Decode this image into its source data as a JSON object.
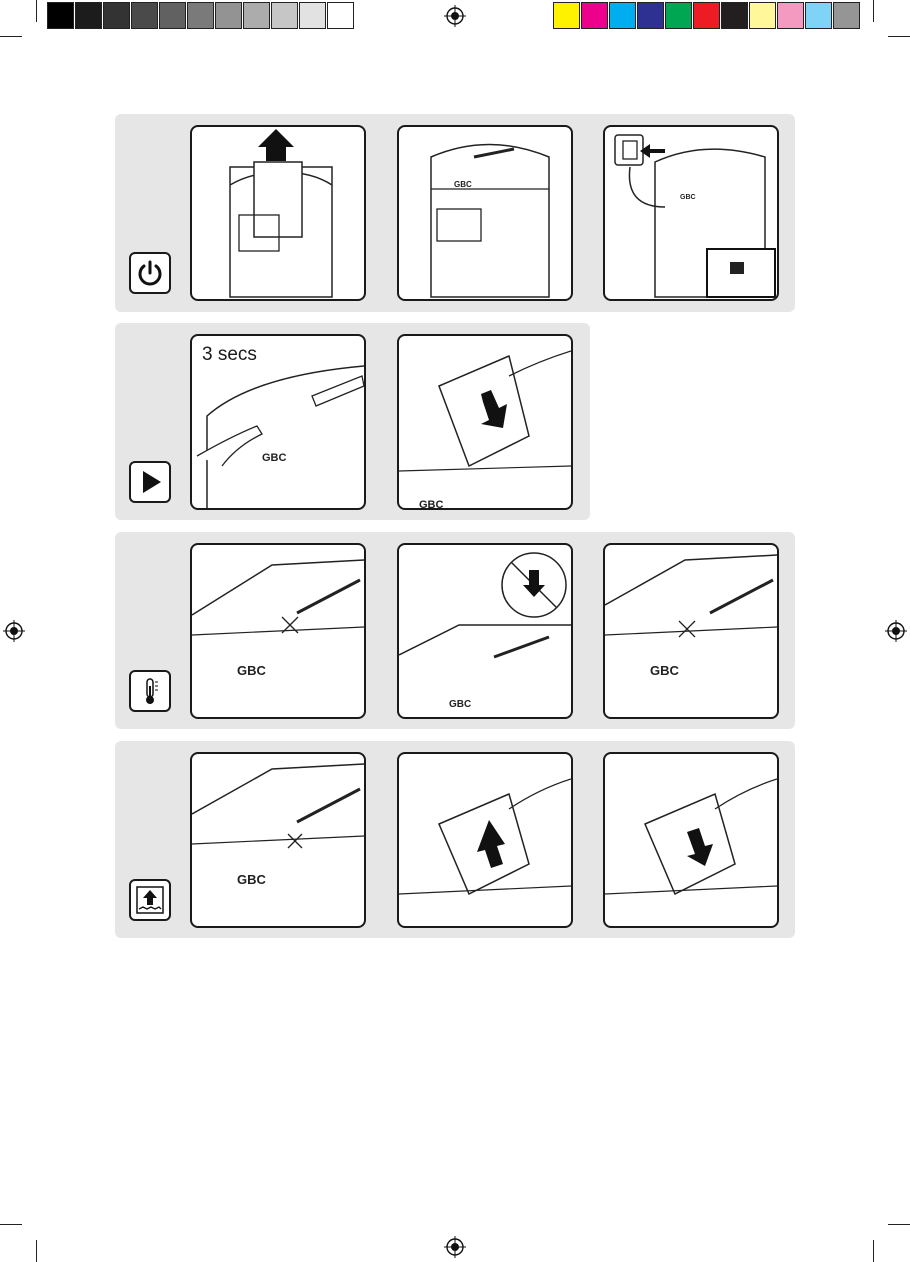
{
  "color_bar": {
    "grayscale": [
      "#000000",
      "#1c1c1c",
      "#333333",
      "#4a4a4a",
      "#616161",
      "#7a7a7a",
      "#939393",
      "#acacac",
      "#c6c6c6",
      "#e2e2e2",
      "#ffffff"
    ],
    "colors": [
      "#fff200",
      "#ec008c",
      "#00aeef",
      "#2e3192",
      "#00a651",
      "#ed1c24",
      "#231f20",
      "#fff799",
      "#f49ac1",
      "#7fd3f7",
      "#959595"
    ]
  },
  "sections": [
    {
      "icon": "power-icon",
      "panels": [
        "shredder-lid-lift",
        "shredder-assembled",
        "shredder-plug-in-power"
      ]
    },
    {
      "icon": "play-icon",
      "panels": [
        "press-auto-button",
        "insert-paper-stack"
      ],
      "step_label": "3 secs"
    },
    {
      "icon": "thermometer-icon",
      "panels": [
        "overheat-indicator-flashing",
        "do-not-insert-paper",
        "indicator-flashing"
      ]
    },
    {
      "icon": "paper-overload-icon",
      "panels": [
        "overload-indicator-flashing",
        "remove-paper-stack",
        "reinsert-paper-stack"
      ]
    }
  ],
  "brand": "GBC"
}
